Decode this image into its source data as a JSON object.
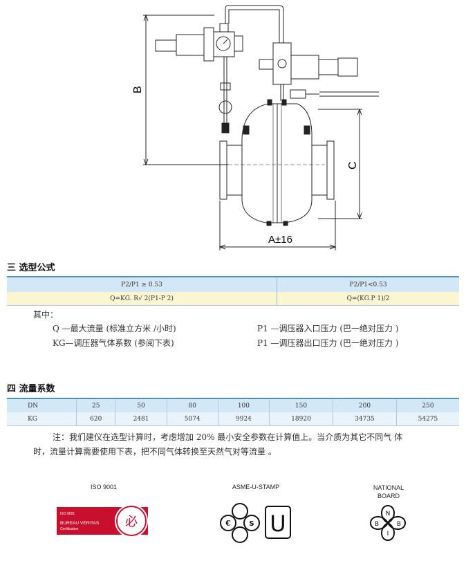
{
  "drawing": {
    "dim_b": "B",
    "dim_c": "C",
    "dim_a": "A±16"
  },
  "section3": {
    "title": "三 选型公式",
    "h1": "P2/P1 ≥ 0.53",
    "h2": "P2/P1<0.53",
    "f1": "Q=KG. R√  2(P1-P 2)",
    "f2": "Q=(KG.P  1)/2"
  },
  "legend": {
    "intro": "其中：",
    "q": "Q —最大流量 (标准立方米 /小时)",
    "kg": "KG—调压器气体系数 (参阅下表)",
    "p1": "P1 —调压器入口压力 (巴一绝对压力 )",
    "p2": "P1 —调压器出口压力 (巴一绝对压力 )"
  },
  "section4": {
    "title": "四 流量系数",
    "row1_label": "DN",
    "row2_label": "KG",
    "dn": [
      "25",
      "50",
      "80",
      "100",
      "150",
      "200",
      "250"
    ],
    "kg": [
      "620",
      "2481",
      "5074",
      "9924",
      "18920",
      "34735",
      "54275"
    ]
  },
  "note": {
    "line1": "注：我们建仪在选型计算时，考虑增加 20% 最小安全参数在计算值上。当介质为其它不同气   体",
    "line2": "时，流量计算需要使用下表，把不同气体转换至天然气对等流量    。"
  },
  "logos": {
    "iso_caption": "ISO 9001",
    "iso_line1": "ISO 9001",
    "iso_line2": "BUREAU VERITAS",
    "iso_line3": "Certification",
    "asme_caption": "ASME-U-STAMP",
    "nb_caption_1": "NATIONAL",
    "nb_caption_2": "BOARD"
  },
  "colors": {
    "table_header_bg": "#d3e8f6",
    "formula_row_bg": "#fbf6d2",
    "table_rule": "#4f8fcf",
    "iso_red": "#c8102e"
  }
}
